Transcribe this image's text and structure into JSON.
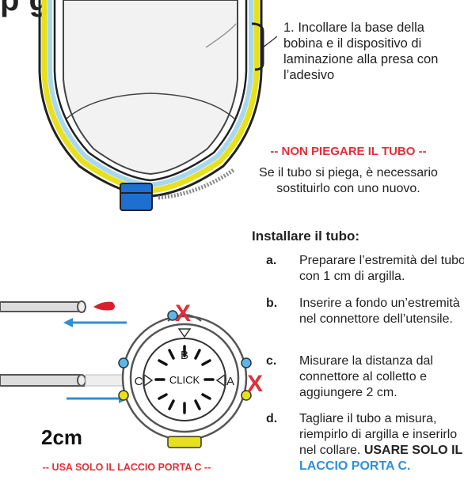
{
  "title_fragment": "p                  g",
  "step1": "1. Incollare la base della bobina e il dispositivo di laminazione alla presa con l’adesivo",
  "warning": {
    "title": "-- NON PIEGARE IL TUBO --",
    "text": "Se il tubo si piega, è necessario sostituirlo con uno nuovo."
  },
  "install": {
    "heading": "Installare il tubo:",
    "steps": [
      {
        "letter": "a.",
        "text": "Preparare l’estremità del tubo con 1 cm di argilla."
      },
      {
        "letter": "b.",
        "text": "Inserire a fondo un’estremità nel connettore dell’utensile."
      },
      {
        "letter": "c.",
        "text": "Misurare la distanza dal connettore al colletto e aggiungere 2 cm."
      },
      {
        "letter": "d.",
        "text_before": "Tagliare il tubo a misura, riempirlo di argilla e inserirlo nel collare.",
        "emph": "USARE SOLO IL",
        "emph_blue": "LACCIO PORTA C."
      }
    ]
  },
  "diagram": {
    "port_a": "A",
    "port_b": "B",
    "port_c": "C",
    "click": "CLICK",
    "mark_x": "X"
  },
  "measure_label": "2cm",
  "footer_warning": "-- USA SOLO IL LACCIO PORTA C --",
  "colors": {
    "red": "#e0303a",
    "blue": "#2f8fd8",
    "yellow": "#e8e01c",
    "light_blue": "#a8d8f0",
    "button_blue": "#1f6fd0"
  }
}
